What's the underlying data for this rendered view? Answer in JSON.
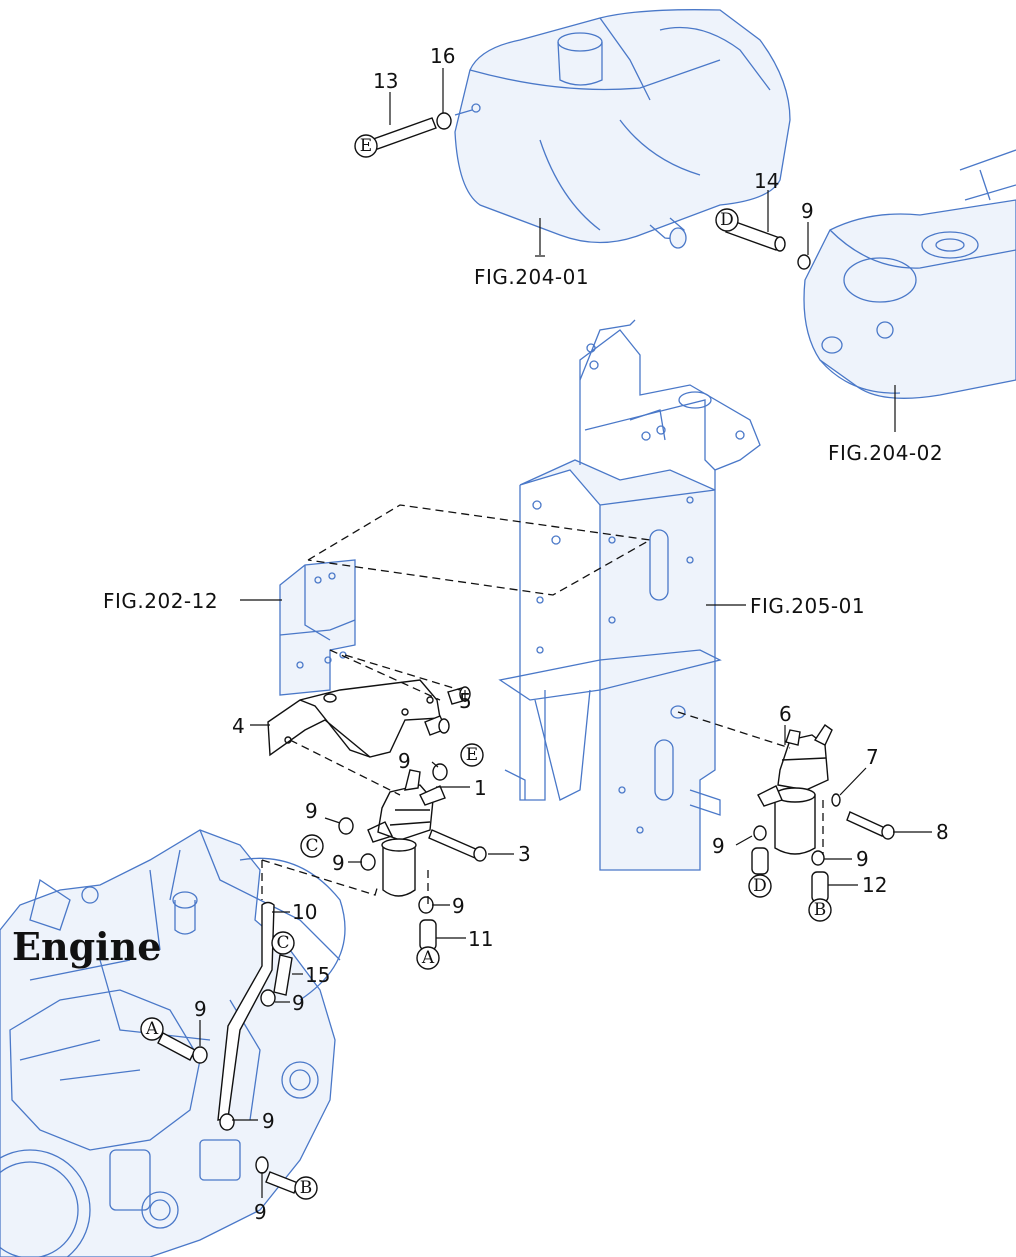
{
  "engine_label": "Engine",
  "fig_refs": {
    "fig_204_01": "FIG.204-01",
    "fig_204_02": "FIG.204-02",
    "fig_202_12": "FIG.202-12",
    "fig_205_01": "FIG.205-01"
  },
  "callouts": {
    "c1": "1",
    "c3": "3",
    "c4": "4",
    "c5": "5",
    "c6": "6",
    "c7": "7",
    "c8": "8",
    "c9_tank": "9",
    "c9_e": "9",
    "c9_c": "9",
    "c9_lower": "9",
    "c9_a": "9",
    "c9_left2": "9",
    "c9_right2": "9",
    "c9_15": "9",
    "c9_eng_a": "9",
    "c9_eng_mid": "9",
    "c9_eng_b": "9",
    "c10": "10",
    "c11": "11",
    "c12": "12",
    "c13": "13",
    "c14": "14",
    "c15": "15",
    "c16": "16"
  },
  "connectors": {
    "a_filter": "A",
    "a_engine": "A",
    "b_filter": "B",
    "b_engine": "B",
    "c_filter": "C",
    "c_hose": "C",
    "d_tank": "D",
    "d_filter": "D",
    "e_tank": "E",
    "e_filter": "E"
  },
  "colors": {
    "line_art": "#4a78c8",
    "callout": "#111111"
  }
}
